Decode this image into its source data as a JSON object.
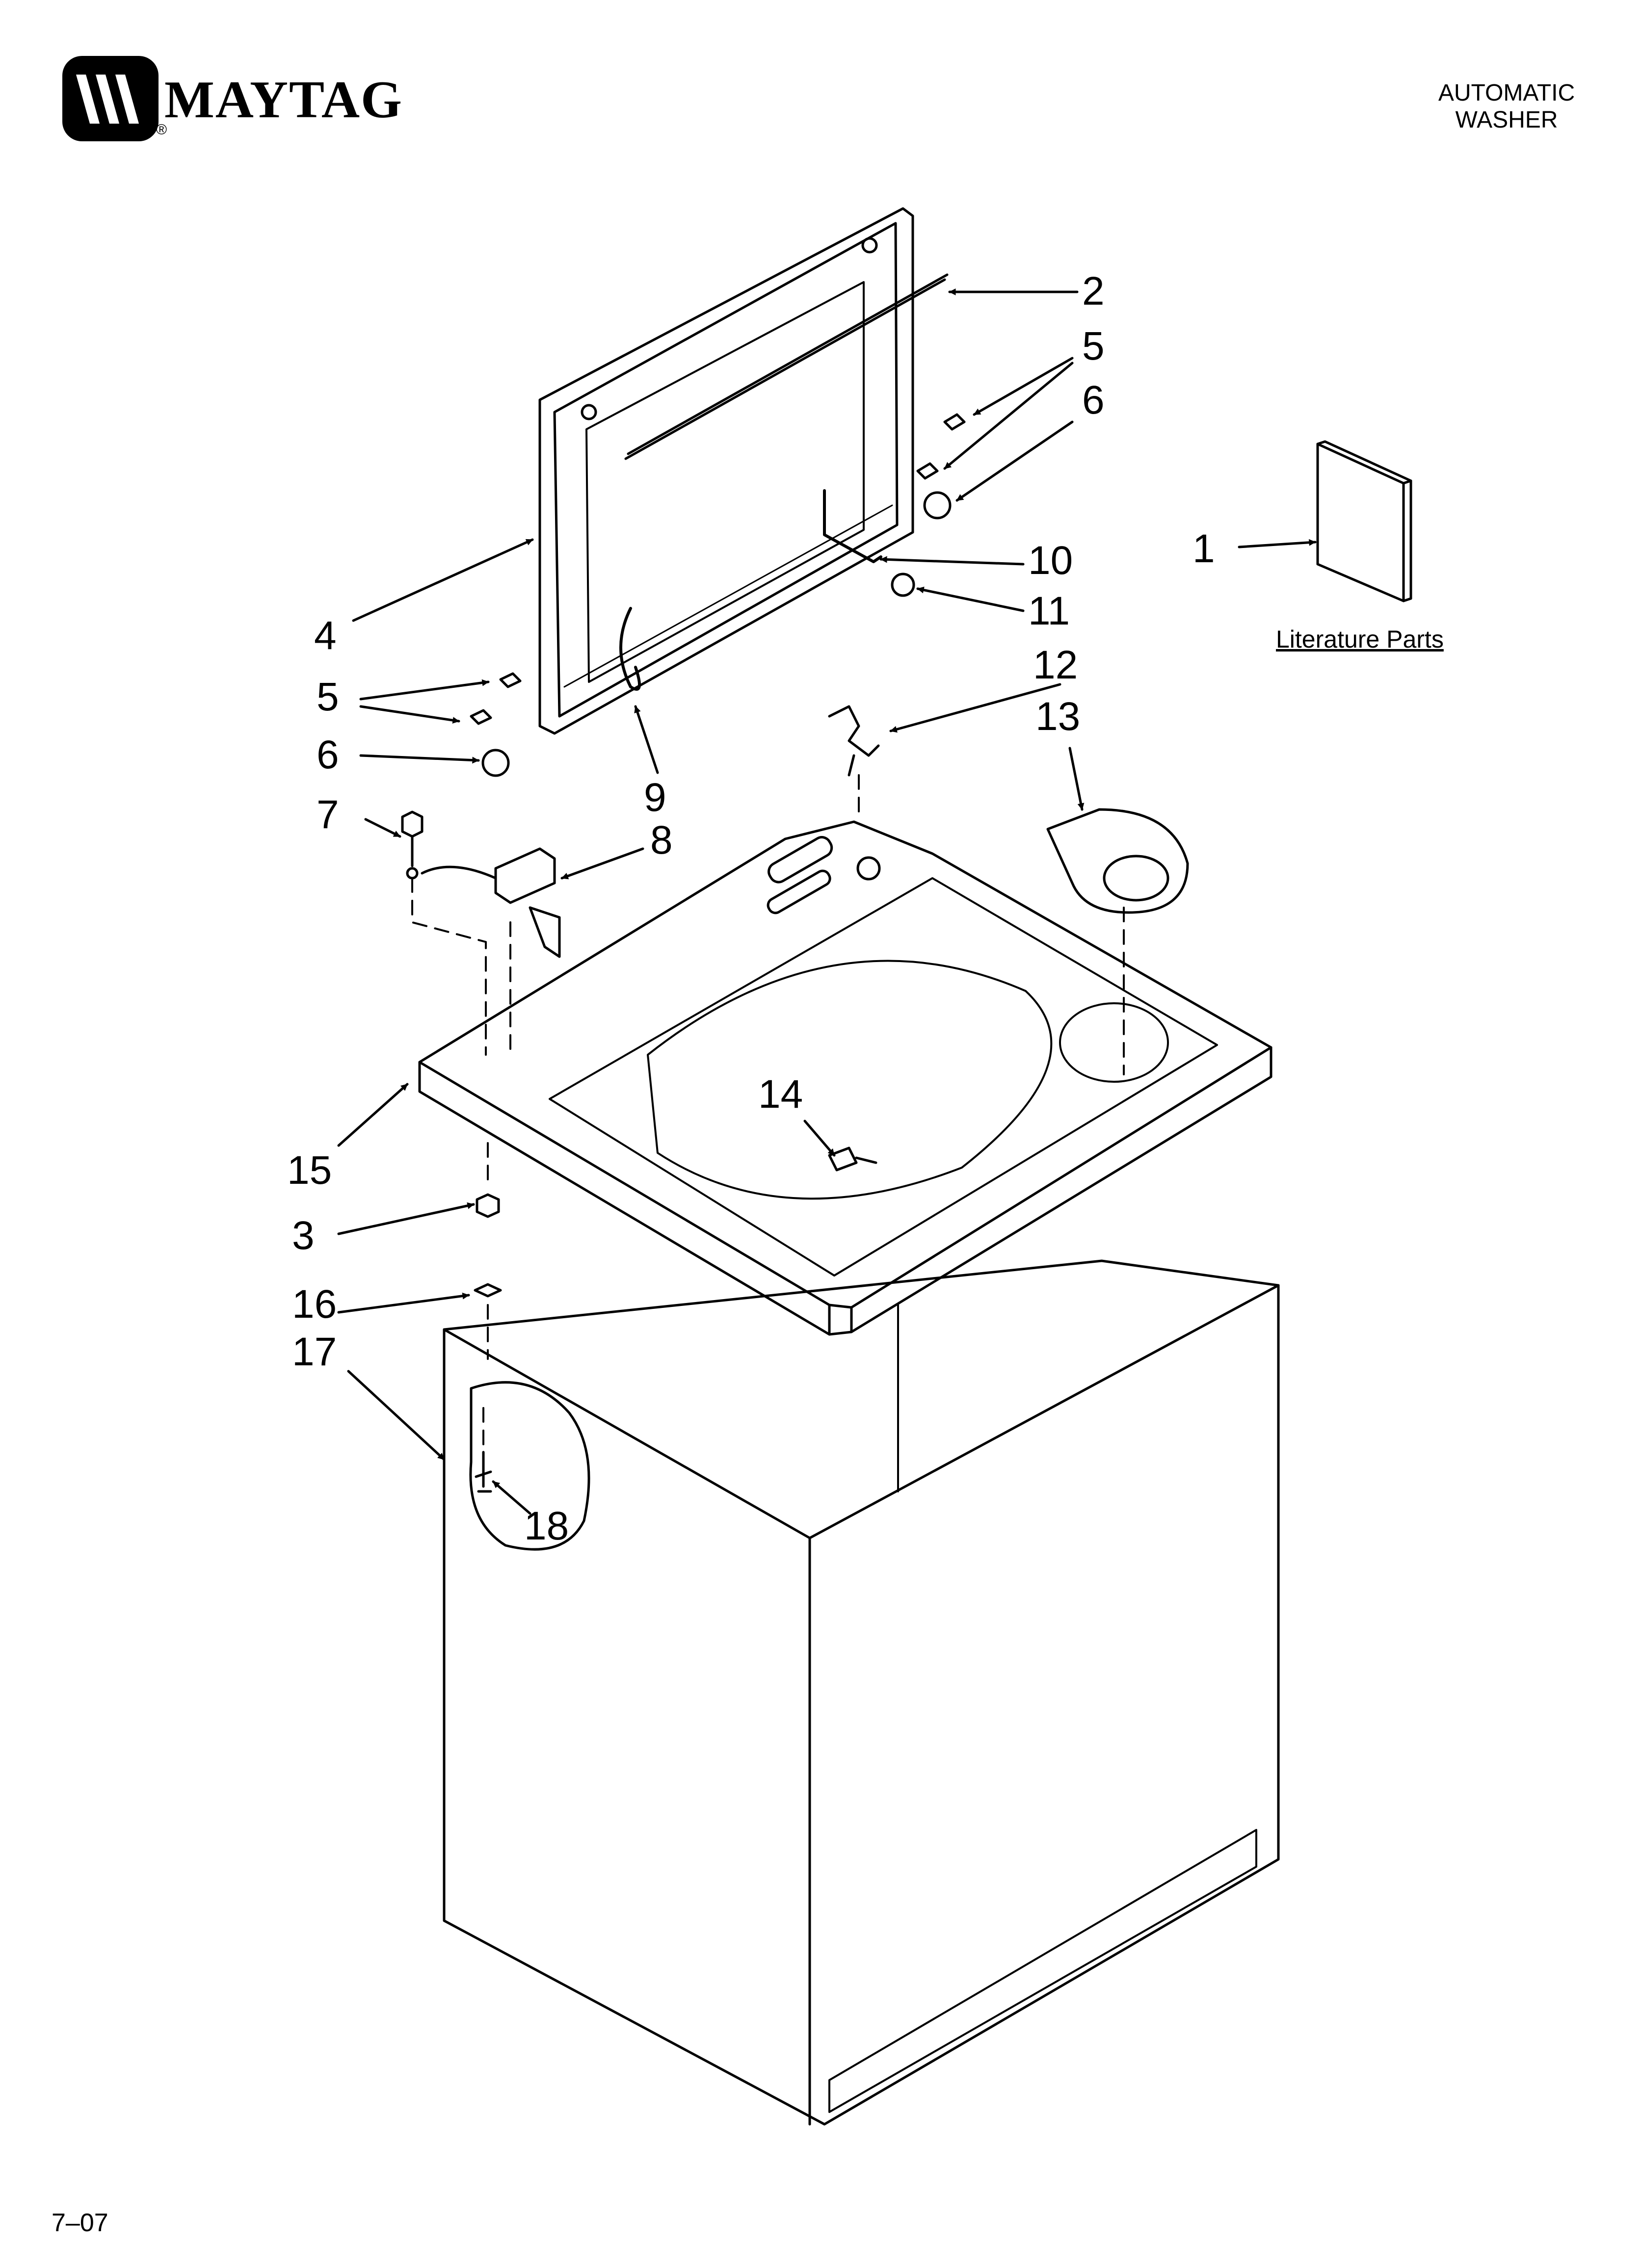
{
  "header": {
    "brand": "MAYTAG",
    "registered": "®",
    "title_line1": "AUTOMATIC",
    "title_line2": "WASHER"
  },
  "literature_label": "Literature Parts",
  "footer": {
    "page_code": "7–07"
  },
  "callouts": {
    "c1": "1",
    "c2": "2",
    "c3": "3",
    "c4": "4",
    "c5a": "5",
    "c5b": "5",
    "c6a": "6",
    "c6b": "6",
    "c7": "7",
    "c8": "8",
    "c9": "9",
    "c10": "10",
    "c11": "11",
    "c12": "12",
    "c13": "13",
    "c14": "14",
    "c15": "15",
    "c16": "16",
    "c17": "17",
    "c18": "18"
  },
  "icons": [
    "maytag-logo-icon"
  ],
  "colors": {
    "ink": "#000000",
    "paper": "#ffffff"
  }
}
